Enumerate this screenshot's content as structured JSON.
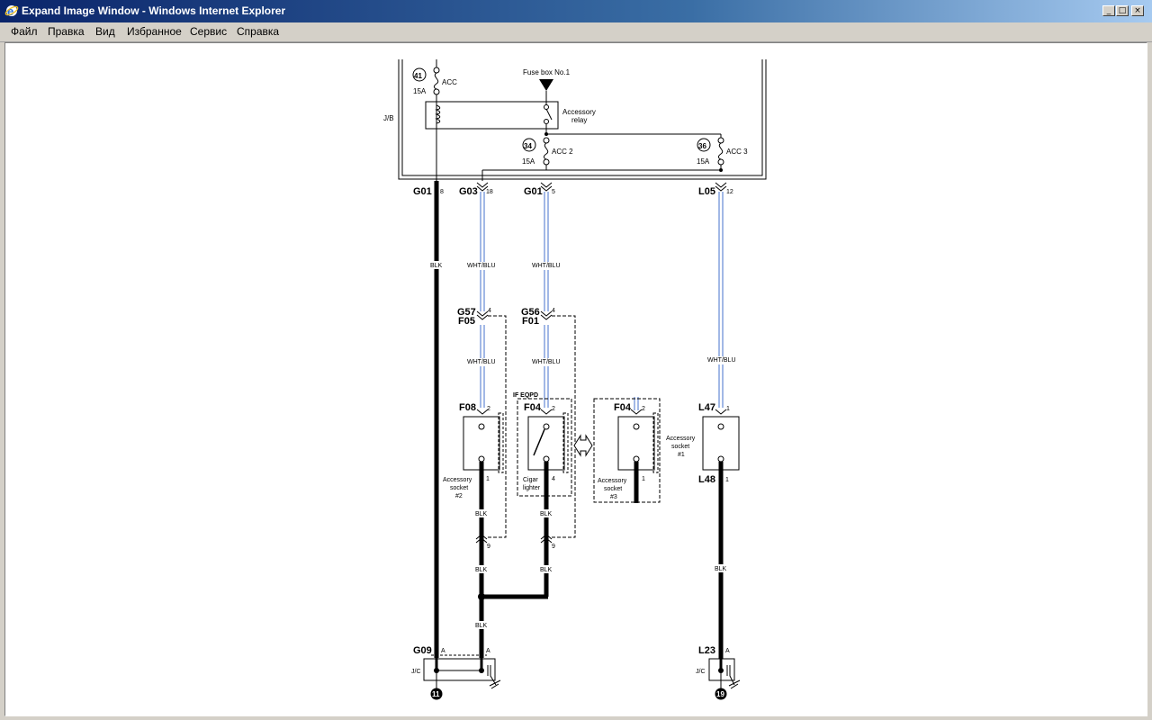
{
  "window": {
    "title": "Expand Image Window - Windows Internet Explorer",
    "minimize_glyph": "_",
    "maximize_glyph": "□",
    "close_glyph": "×"
  },
  "menu": {
    "items": [
      {
        "label": "Файл"
      },
      {
        "label": "Правка"
      },
      {
        "label": "Вид"
      },
      {
        "label": "Избранное"
      },
      {
        "label": "Сервис"
      },
      {
        "label": "Справка"
      }
    ]
  },
  "diagram": {
    "fuse41": {
      "num": "41",
      "name": "ACC",
      "rating": "15A"
    },
    "fuse34": {
      "num": "34",
      "name": "ACC 2",
      "rating": "15A"
    },
    "fuse36": {
      "num": "36",
      "name": "ACC 3",
      "rating": "15A"
    },
    "fuse_box": "Fuse box No.1",
    "relay_line1": "Accessory",
    "relay_line2": "relay",
    "jb": "J/B",
    "jc": "J/C",
    "conn_G01a": "G01",
    "pin_G01a": "8",
    "conn_G03": "G03",
    "pin_G03": "18",
    "conn_G01b": "G01",
    "pin_G01b": "5",
    "conn_L05": "L05",
    "pin_L05": "12",
    "wire_blk": "BLK",
    "wire_whtblu": "WHT/BLU",
    "conn_G57": "G57",
    "pin_G57": "4",
    "conn_F05": "F05",
    "conn_G56": "G56",
    "pin_G56": "4",
    "conn_F01": "F01",
    "if_equipped": "IF EQPD",
    "conn_F08": "F08",
    "pin_F08_top": "2",
    "pin_F08_bot": "1",
    "conn_F04a": "F04",
    "pin_F04a_top": "2",
    "pin_F04a_bot": "4",
    "conn_F04b": "F04",
    "pin_F04b_top": "2",
    "pin_F04b_bot": "1",
    "conn_L47": "L47",
    "pin_L47": "1",
    "conn_L48": "L48",
    "pin_L48": "1",
    "socket2": [
      "Accessory",
      "socket",
      "#2"
    ],
    "cigar": [
      "Cigar",
      "lighter"
    ],
    "socket3": [
      "Accessory",
      "socket",
      "#3"
    ],
    "socket1": [
      "Accessory",
      "socket",
      "#1"
    ],
    "pin_9a": "9",
    "pin_9b": "9",
    "conn_G09": "G09",
    "pin_G09a": "A",
    "pin_G09b": "A",
    "conn_L23": "L23",
    "pin_L23": "A",
    "ground11": "11",
    "ground19": "19"
  }
}
